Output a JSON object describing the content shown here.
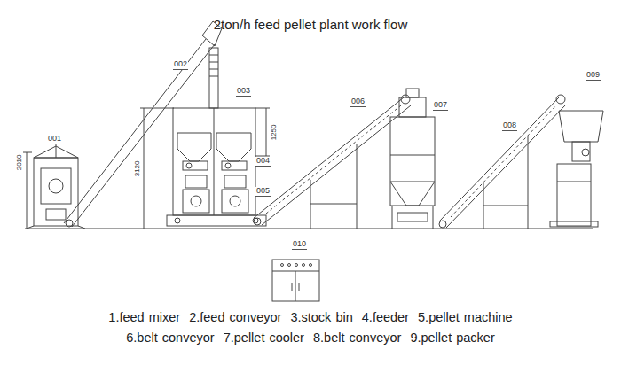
{
  "diagram": {
    "title": "2ton/h feed pellet plant work flow",
    "labels": [
      "001",
      "002",
      "003",
      "004",
      "005",
      "006",
      "007",
      "008",
      "009",
      "010",
      "2010",
      "3120",
      "1250",
      "1.feed mixer  2.feed conveyor  3.stock bin  4.feeder  5.pellet machine",
      "6.belt conveyor  7.pellet cooler  8.belt conveyor  9.pellet packer"
    ]
  }
}
